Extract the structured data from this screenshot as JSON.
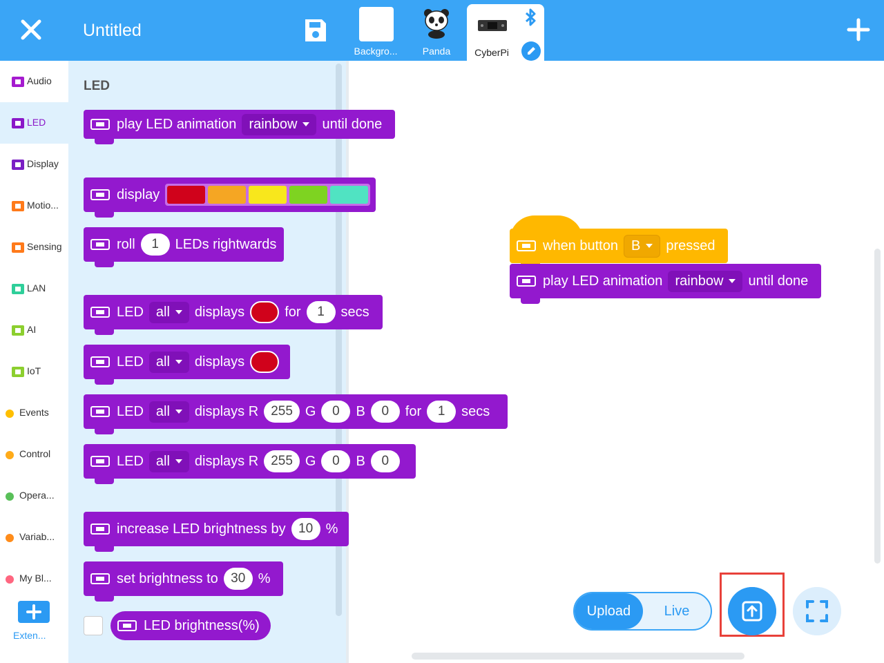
{
  "header": {
    "title": "Untitled",
    "sprites": [
      {
        "label": "Backgro..."
      },
      {
        "label": "Panda"
      },
      {
        "label": "CyberPi"
      }
    ]
  },
  "categories": [
    {
      "label": "Audio",
      "color": "#a51bcf"
    },
    {
      "label": "LED",
      "color": "#8a18c8"
    },
    {
      "label": "Display",
      "color": "#7b1fc4"
    },
    {
      "label": "Motio...",
      "color": "#ff7a1a"
    },
    {
      "label": "Sensing",
      "color": "#ff7a1a"
    },
    {
      "label": "LAN",
      "color": "#2fcf9a"
    },
    {
      "label": "AI",
      "color": "#8ccf2f"
    },
    {
      "label": "IoT",
      "color": "#8ccf2f"
    },
    {
      "label": "Events",
      "color": "#ffbf00"
    },
    {
      "label": "Control",
      "color": "#ffab19"
    },
    {
      "label": "Opera...",
      "color": "#59c059"
    },
    {
      "label": "Variab...",
      "color": "#ff8c1a"
    },
    {
      "label": "My Bl...",
      "color": "#ff6680"
    }
  ],
  "extension": {
    "label": "Exten..."
  },
  "palette": {
    "title": "LED",
    "blocks": {
      "play_anim": {
        "text1": "play LED animation",
        "dropdown": "rainbow",
        "text2": "until done"
      },
      "display": {
        "text": "display",
        "colors": [
          "#d0021b",
          "#f5a623",
          "#f8e71c",
          "#7ed321",
          "#50e3c2"
        ]
      },
      "roll": {
        "text1": "roll",
        "value": "1",
        "text2": "LEDs rightwards"
      },
      "led_color_for": {
        "text1": "LED",
        "dropdown": "all",
        "text2": "displays",
        "color": "#d0021b",
        "text3": "for",
        "value": "1",
        "text4": "secs"
      },
      "led_color": {
        "text1": "LED",
        "dropdown": "all",
        "text2": "displays",
        "color": "#d0021b"
      },
      "led_rgb_for": {
        "text1": "LED",
        "dropdown": "all",
        "text2": "displays R",
        "r": "255",
        "g_label": "G",
        "g": "0",
        "b_label": "B",
        "b": "0",
        "text3": "for",
        "value": "1",
        "text4": "secs"
      },
      "led_rgb": {
        "text1": "LED",
        "dropdown": "all",
        "text2": "displays R",
        "r": "255",
        "g_label": "G",
        "g": "0",
        "b_label": "B",
        "b": "0"
      },
      "increase": {
        "text1": "increase LED brightness by",
        "value": "10",
        "text2": "%"
      },
      "set_brightness": {
        "text1": "set brightness to",
        "value": "30",
        "text2": "%"
      },
      "brightness_reporter": {
        "text": "LED brightness(%)"
      }
    }
  },
  "script": {
    "hat": {
      "text1": "when button",
      "dropdown": "B",
      "text2": "pressed"
    },
    "stack": {
      "text1": "play LED animation",
      "dropdown": "rainbow",
      "text2": "until done"
    }
  },
  "controls": {
    "upload": "Upload",
    "live": "Live"
  }
}
